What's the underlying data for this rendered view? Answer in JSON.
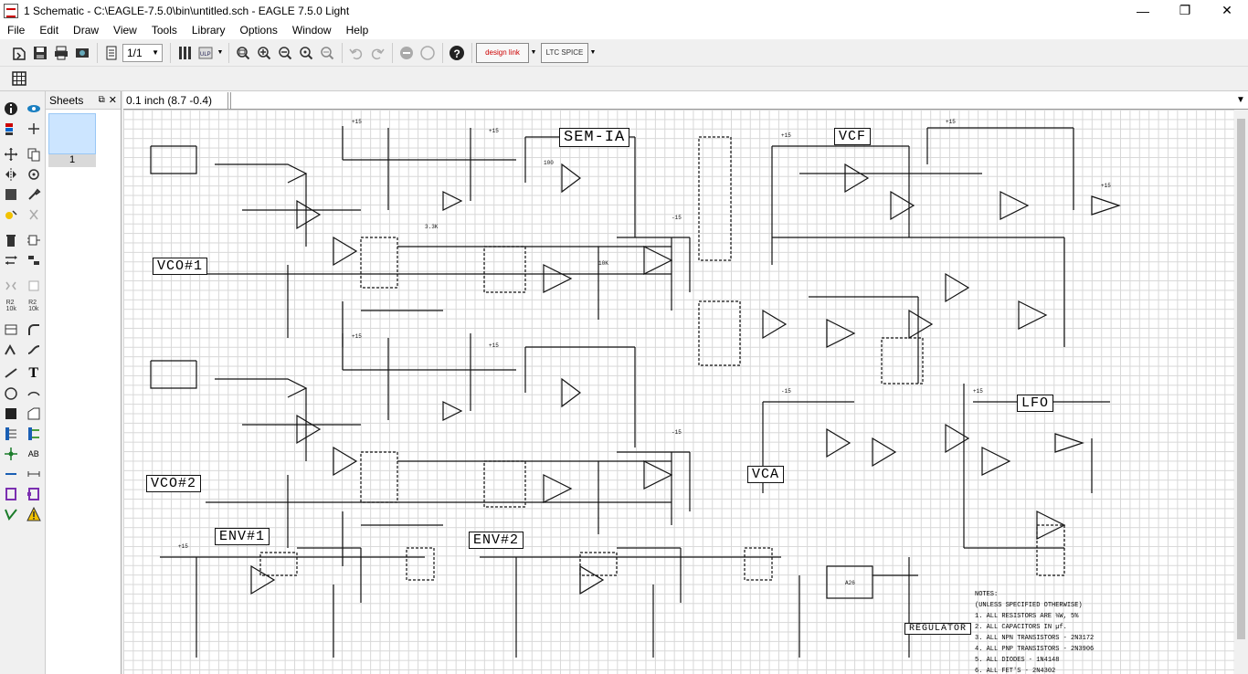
{
  "window": {
    "title": "1 Schematic - C:\\EAGLE-7.5.0\\bin\\untitled.sch - EAGLE 7.5.0 Light",
    "minimize": "—",
    "restore": "❐",
    "close": "✕"
  },
  "menu": [
    "File",
    "Edit",
    "Draw",
    "View",
    "Tools",
    "Library",
    "Options",
    "Window",
    "Help"
  ],
  "toolbar": {
    "sheet_select": "1/1",
    "designlink_label": "design link",
    "ltspice_label": "LTC SPICE"
  },
  "sheets_panel": {
    "title": "Sheets",
    "sheet_number": "1"
  },
  "command_bar": {
    "coordinates": "0.1 inch (8.7 -0.4)",
    "command_value": ""
  },
  "schematic_labels": {
    "title": "SEM-IA",
    "vco1": "VCO#1",
    "vco2": "VCO#2",
    "vcf": "VCF",
    "lfo": "LFO",
    "vca": "VCA",
    "env1": "ENV#1",
    "env2": "ENV#2",
    "regulator": "REGULATOR"
  },
  "notes": [
    "NOTES:",
    "(UNLESS SPECIFIED OTHERWISE)",
    "1. ALL RESISTORS ARE ¼W, 5%",
    "2. ALL CAPACITORS IN µf.",
    "3. ALL NPN TRANSISTORS - 2N3172",
    "4. ALL PNP TRANSISTORS - 2N3906",
    "5. ALL DIODES - 1N4148",
    "6. ALL FET'S - 2N4302"
  ],
  "colors": {
    "grid": "#d8d8d8",
    "selection": "#cce5ff",
    "toolbar_bg": "#f0f0f0"
  }
}
